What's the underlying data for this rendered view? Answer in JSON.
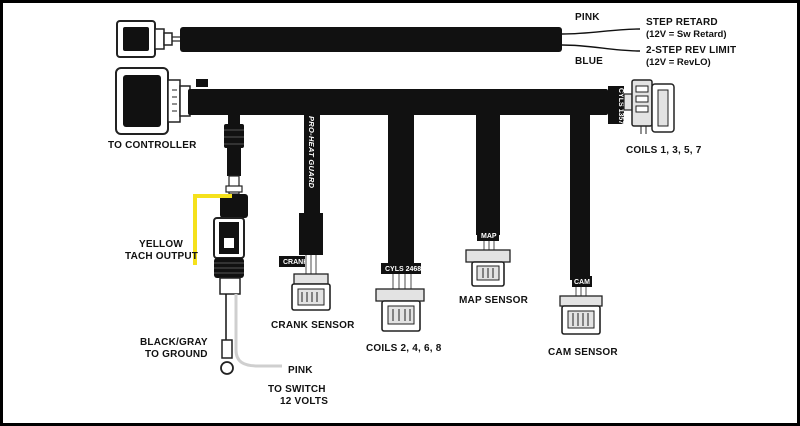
{
  "colors": {
    "harness": "#111111",
    "connector_gray": "#e3e3e3",
    "outline": "#222222",
    "wire_pink": "#cfcfcf",
    "wire_yellow": "#f5e11c",
    "background": "#ffffff",
    "border": "#000000"
  },
  "top_harness": {
    "wire_pink_label": "PINK",
    "wire_blue_label": "BLUE",
    "step_retard": "STEP RETARD",
    "step_retard_note": "(12V = Sw Retard)",
    "rev_limit": "2-STEP REV LIMIT",
    "rev_limit_note": "(12V = RevLO)"
  },
  "main_harness": {
    "controller_label": "TO CONTROLLER",
    "coils_odd_tag": "CYLS 1357",
    "coils_odd_label": "COILS 1, 3, 5, 7",
    "guard_text": "PRO-HEAT GUARD"
  },
  "branches": {
    "crank_tag": "CRANK",
    "crank_label": "CRANK SENSOR",
    "coils_even_tag": "CYLS 2468",
    "coils_even_label": "COILS 2, 4, 6, 8",
    "map_tag": "MAP",
    "map_label": "MAP SENSOR",
    "cam_tag": "CAM",
    "cam_label": "CAM SENSOR"
  },
  "aux": {
    "yellow_line1": "YELLOW",
    "yellow_line2": "TACH OUTPUT",
    "ground_line1": "BLACK/GRAY",
    "ground_line2": "TO GROUND",
    "pink_label": "PINK",
    "switch_line1": "TO SWITCH",
    "switch_line2": "12 VOLTS"
  }
}
